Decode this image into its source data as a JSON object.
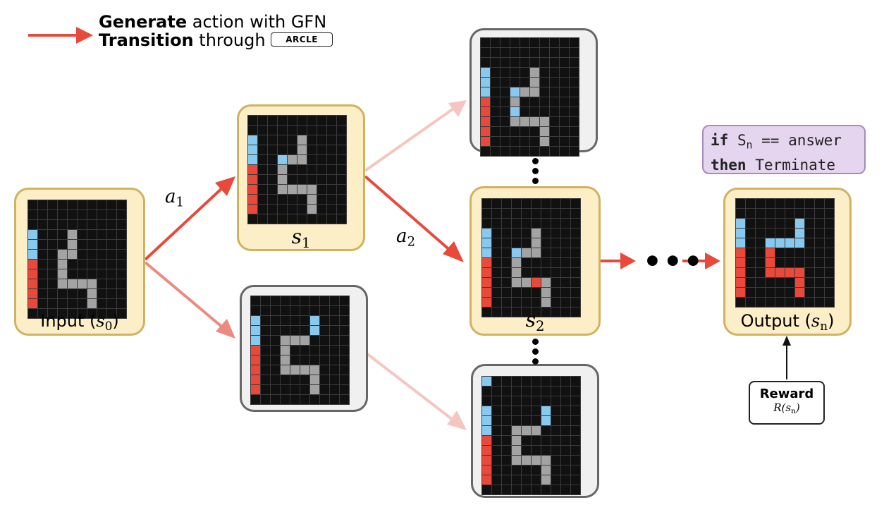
{
  "legend": {
    "line1_bold": "Generate",
    "line1_rest": "action with GFN",
    "line2_bold": "Transition",
    "line2_rest": "through",
    "badge": "ARCLE"
  },
  "colors": {
    "arrow_strong": "#e8493a",
    "arrow_faded_mid": "#ed8a80",
    "arrow_faded_light": "#f5c6c1",
    "grid_black": "#111111",
    "cell_blue": "#87c9ef",
    "cell_red": "#e8493a",
    "cell_gray": "#a3a3a3",
    "card_yellow_fill": "#fcefc7",
    "card_yellow_border": "#d1b25f",
    "card_gray_fill": "#f0f0f0",
    "card_gray_border": "#666666",
    "condition_fill": "#e5d5ef"
  },
  "actions": {
    "a1": "a",
    "a1_sub": "1",
    "a2": "a",
    "a2_sub": "2"
  },
  "cards": {
    "input": {
      "label_text": "Input (",
      "var": "s",
      "sub": "0",
      "close": ")",
      "grid": [
        "..........",
        "..........",
        "..........",
        "B...G.....",
        "B...G.....",
        "B..GG.....",
        "R..G......",
        "R..G......",
        "R..GGGG...",
        "R.....G...",
        "R.....G...",
        ".........."
      ]
    },
    "s1": {
      "var": "s",
      "sub": "1",
      "grid": [
        "..........",
        "..........",
        "B....G....",
        "B....G....",
        "B..BGG....",
        "R..G......",
        "R..G......",
        "R..GGGG...",
        "R.....G...",
        "R.....G...",
        ".........."
      ]
    },
    "top": {
      "grid": [
        "..........",
        "..........",
        "..........",
        "B....G....",
        "B....G....",
        "B..BGG....",
        "R..G......",
        "R..B......",
        "R..GGGG...",
        "R.....G...",
        "R.....G...",
        ".........."
      ]
    },
    "bottom": {
      "grid": [
        "..........",
        "..........",
        "B.....B...",
        "B.....B...",
        "B..GGG....",
        "R..G......",
        "R..G......",
        "R..GGGG...",
        "R.....G...",
        "R.....G...",
        ".........."
      ]
    },
    "s2": {
      "var": "s",
      "sub": "2",
      "grid": [
        "..........",
        "..........",
        "..........",
        "B....G....",
        "B....G....",
        "B..BGG....",
        "R..G......",
        "R..G......",
        "R..GGRG...",
        "R.....G...",
        "R.....G...",
        ".........."
      ]
    },
    "lower": {
      "grid": [
        "B.........",
        "..........",
        "..........",
        "B.....B...",
        "B.....B...",
        "B..GGG....",
        "R..G......",
        "R..G......",
        "R..GGGG...",
        "R.....G...",
        "R.....G...",
        ".........."
      ]
    },
    "output": {
      "label_text": "Output (",
      "var": "s",
      "sub": "n",
      "close": ")",
      "grid": [
        "..........",
        "..........",
        "B.....B...",
        "B.....B...",
        "B..BBBB...",
        "R..R......",
        "R..R......",
        "R..RRRR...",
        "R.....R...",
        "R.....R...",
        ".........."
      ]
    }
  },
  "terminate": {
    "kw_if": "if",
    "state": "S",
    "state_sub": "n",
    "op": "==",
    "answer": "answer",
    "kw_then": "then",
    "action": "Terminate"
  },
  "reward": {
    "title": "Reward",
    "expr": "R(s",
    "expr_sub": "n",
    "expr_close": ")"
  },
  "ellipsis": "•••"
}
